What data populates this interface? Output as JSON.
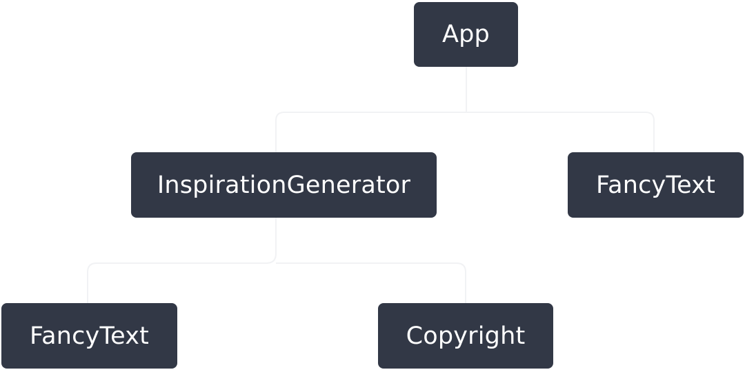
{
  "diagram": {
    "nodes": {
      "app": "App",
      "inspiration_generator": "InspirationGenerator",
      "fancy_text_right": "FancyText",
      "fancy_text_left": "FancyText",
      "copyright": "Copyright"
    },
    "edges": [
      {
        "from": "App",
        "to": "InspirationGenerator"
      },
      {
        "from": "App",
        "to": "FancyText"
      },
      {
        "from": "InspirationGenerator",
        "to": "FancyText"
      },
      {
        "from": "InspirationGenerator",
        "to": "Copyright"
      }
    ],
    "colors": {
      "node_fill": "#323846",
      "node_text": "#ffffff",
      "connector": "#f1f2f4",
      "background": "#ffffff"
    }
  }
}
